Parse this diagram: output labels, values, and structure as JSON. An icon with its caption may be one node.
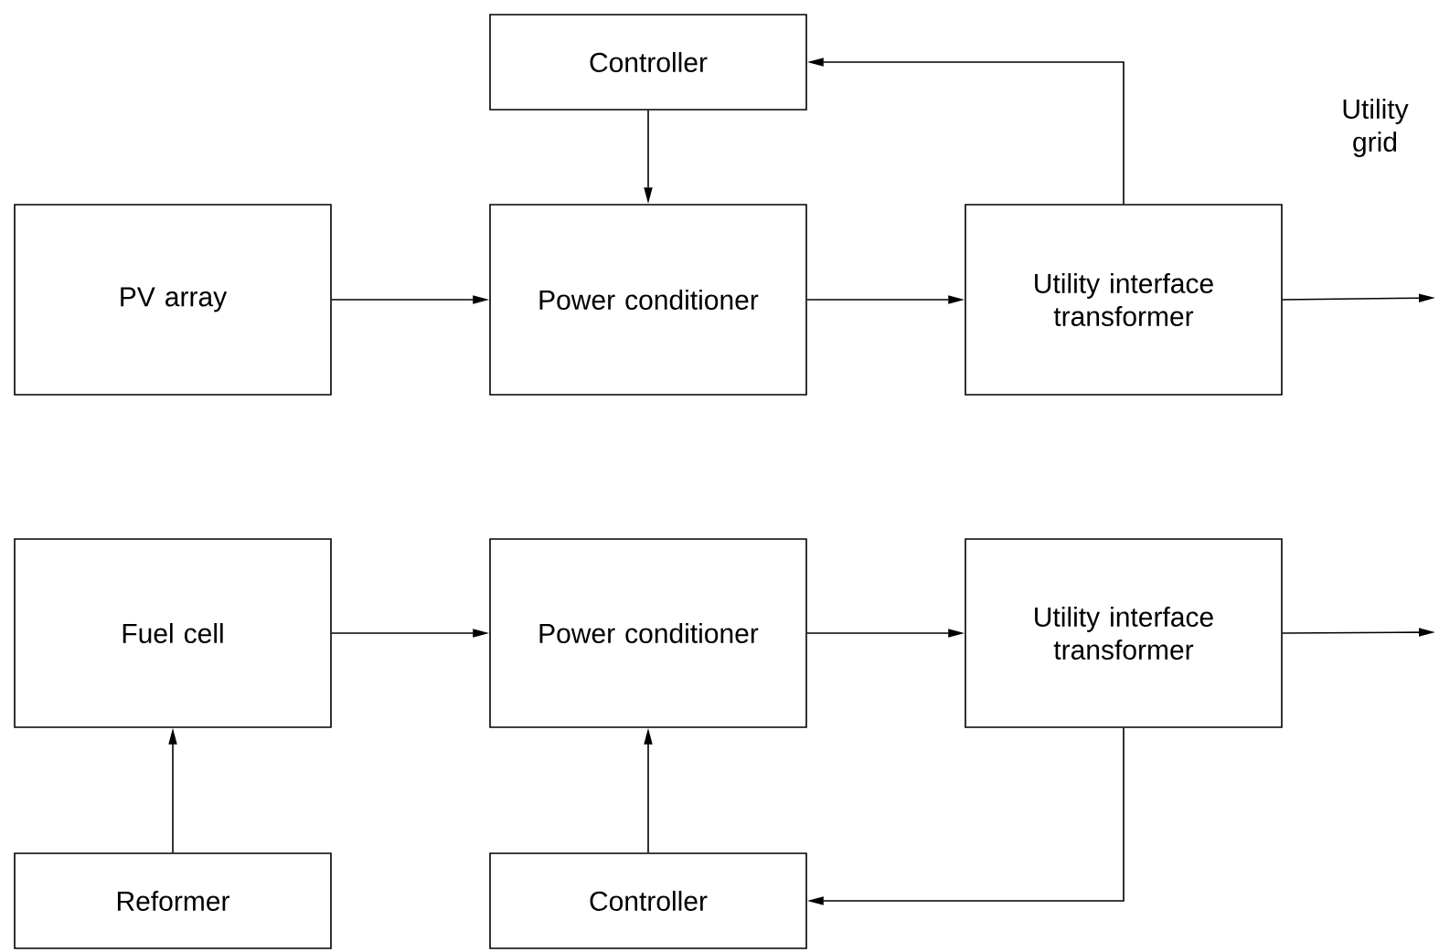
{
  "diagram": {
    "nodes": [
      {
        "text": [
          "Controller"
        ]
      },
      {
        "text": [
          "PV array"
        ]
      },
      {
        "text": [
          "Power conditioner"
        ]
      },
      {
        "text": [
          "Utility interface transformer"
        ]
      },
      {
        "text": [
          "Fuel cell"
        ]
      },
      {
        "text": [
          "Power conditioner"
        ]
      },
      {
        "text": [
          "Utility interface transformer"
        ]
      },
      {
        "text": [
          "Reformer"
        ]
      },
      {
        "text": [
          "Controller"
        ]
      }
    ],
    "edges": [
      {
        "from": 0,
        "to": 2,
        "arrow": "to"
      },
      {
        "from": 1,
        "to": 2,
        "arrow": "to"
      },
      {
        "from": 2,
        "to": 3,
        "arrow": "to"
      },
      {
        "from": 3,
        "to": 0,
        "arrow": "to"
      },
      {
        "from": 3,
        "to": null,
        "arrow": "to"
      },
      {
        "from": 4,
        "to": 5,
        "arrow": "to"
      },
      {
        "from": 5,
        "to": 6,
        "arrow": "to"
      },
      {
        "from": 6,
        "to": null,
        "arrow": "to"
      },
      {
        "from": 7,
        "to": 4,
        "arrow": "to"
      },
      {
        "from": 8,
        "to": 5,
        "arrow": "to"
      },
      {
        "from": 6,
        "to": 8,
        "arrow": "to"
      }
    ],
    "labels": [
      "Utility grid"
    ]
  }
}
